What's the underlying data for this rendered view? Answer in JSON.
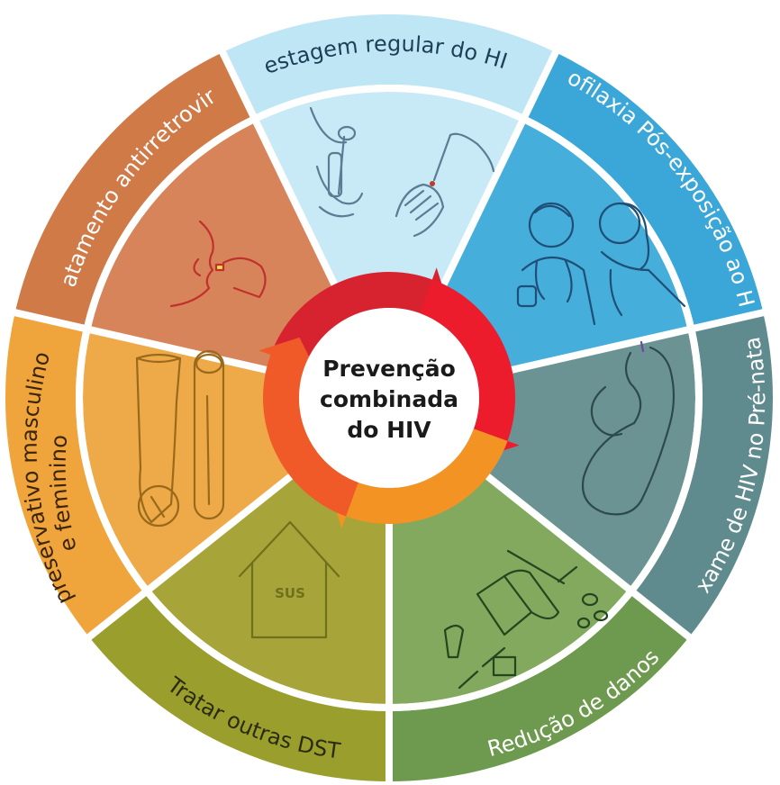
{
  "diagram": {
    "center": {
      "lines": [
        "Prevenção",
        "combinada",
        "do HIV"
      ]
    },
    "segments": [
      {
        "label": "Testagem regular do HIV",
        "icon": "hiv-self-test-icon",
        "color_outer": "#bfe6f5",
        "color_inner": "#c8e9f6",
        "text_color": "#1d3f58"
      },
      {
        "label": "Profilaxia Pós-exposição ao HIV",
        "icon": "doctor-consultation-icon",
        "color_outer": "#3ba6d8",
        "color_inner": "#45aedb",
        "text_color": "#ffffff"
      },
      {
        "label": "Exame de HIV no Pré-natal",
        "icon": "pregnant-woman-icon",
        "color_outer": "#5f8a8e",
        "color_inner": "#6c9394",
        "text_color": "#ffffff"
      },
      {
        "label": "Redução de danos",
        "icon": "harm-reduction-kit-icon",
        "color_outer": "#6d9a4e",
        "color_inner": "#82a95e",
        "text_color": "#ffffff"
      },
      {
        "label": "Tratar outras DST",
        "icon": "sus-clinic-house-icon",
        "icon_text": "SUS",
        "color_outer": "#9a9e2c",
        "color_inner": "#a7a53a",
        "text_color": "#2b2b10"
      },
      {
        "label": "preservativo masculino",
        "label_line2": "e feminino",
        "icon": "condoms-icon",
        "color_outer": "#f0a43c",
        "color_inner": "#eeaa48",
        "text_color": "#3a2508"
      },
      {
        "label": "Tratamento antirretroviral",
        "icon": "taking-pill-icon",
        "color_outer": "#d07a47",
        "color_inner": "#d8845a",
        "text_color": "#ffffff"
      }
    ],
    "arrow_colors": [
      "#d7232f",
      "#ec1c2d",
      "#f39323",
      "#f05a28"
    ]
  }
}
